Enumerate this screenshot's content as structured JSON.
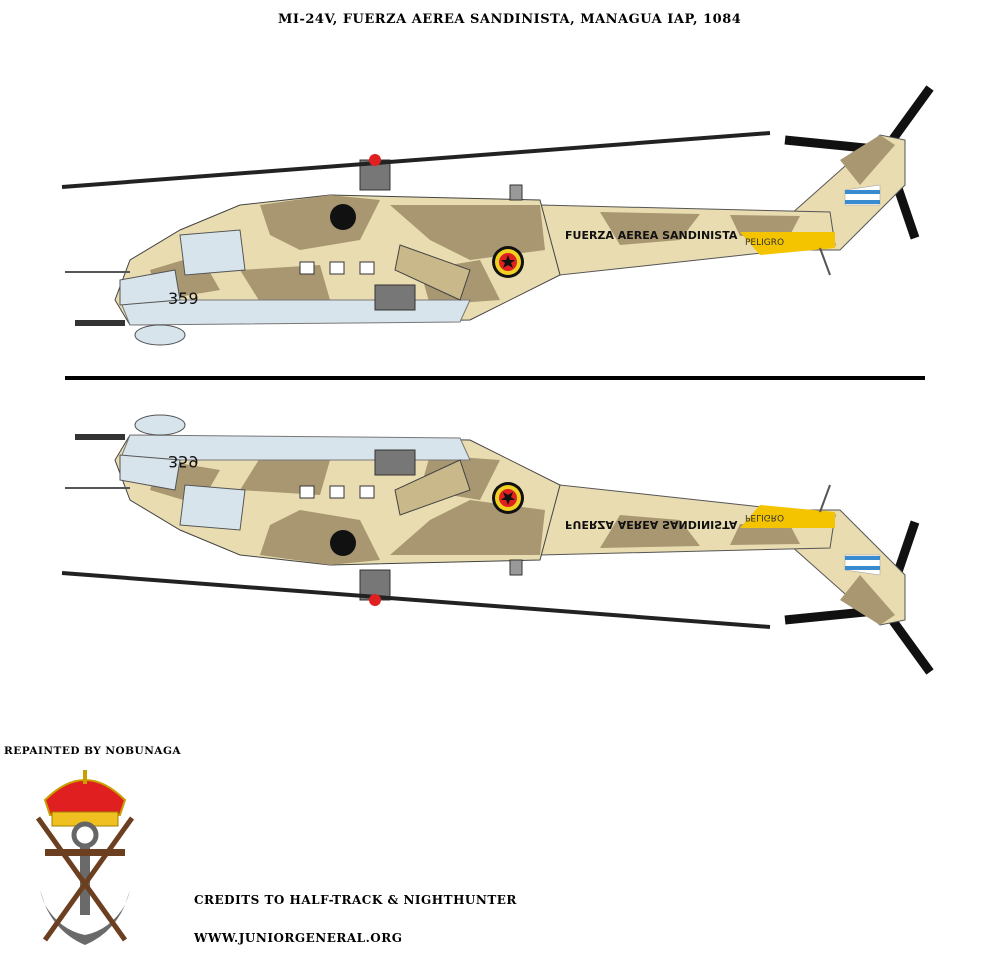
{
  "title": "MI-24V, FUERZA AEREA SANDINISTA, MANAGUA IAP, 1084",
  "aircraft": {
    "fuselage_text": "FUERZA AEREA SANDINISTA",
    "tail_warning": "PELIGRO",
    "serial": "359"
  },
  "credits": {
    "repainted_by": "REPAINTED BY NOBUNAGA",
    "credits_line": "CREDITS TO HALF-TRACK & NIGHTHUNTER",
    "website": "WWW.JUNIORGENERAL.ORG"
  },
  "colors": {
    "camo_tan": "#a89770",
    "camo_sand": "#e8dcb0",
    "belly_blue": "#d8e4ec",
    "roundel_red": "#e02020",
    "roundel_yellow": "#f0d020",
    "warning_yellow": "#f5c400"
  }
}
